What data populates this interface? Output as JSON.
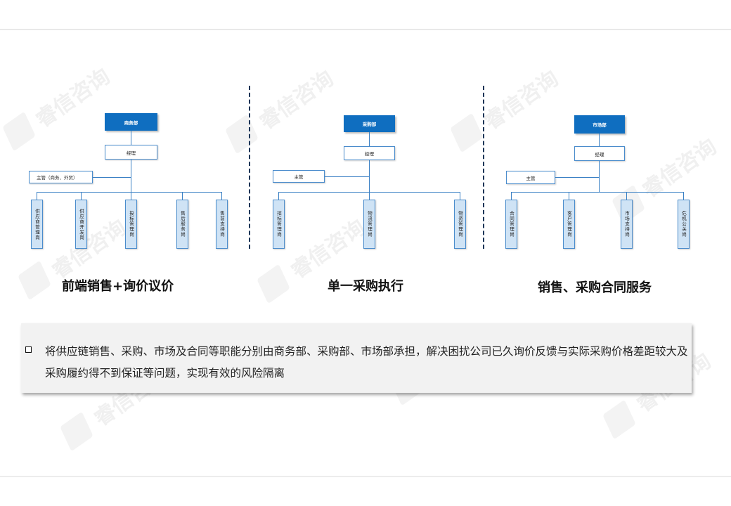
{
  "watermark": "睿信咨询",
  "charts": [
    {
      "department": "商务部",
      "manager": "经理",
      "supervisor": "主管（商务、外贸）",
      "positions": [
        "供应商管理岗",
        "供应商开发岗",
        "投标管理岗",
        "售后服务岗",
        "售前支持岗"
      ],
      "caption": "前端销售+询价议价"
    },
    {
      "department": "采购部",
      "manager": "经理",
      "supervisor": "主管",
      "positions": [
        "招标管理岗",
        "物流管理岗",
        "物资管理岗"
      ],
      "caption": "单一采购执行"
    },
    {
      "department": "市场部",
      "manager": "经理",
      "supervisor": "主管",
      "positions": [
        "合同管理岗",
        "客户管理岗",
        "市场支持岗",
        "危机公关岗"
      ],
      "caption": "销售、采购合同服务"
    }
  ],
  "note": {
    "text": "将供应链销售、采购、市场及合同等职能分别由商务部、采购部、市场部承担，解决困扰公司已久询价反馈与实际采购价格差距较大及采购履约得不到保证等问题，实现有效的风险隔离"
  },
  "colors": {
    "dept_fill": "#0f6ec0",
    "position_fill": "#cfe3f5",
    "connector": "#3a80c4",
    "divider": "#1c3557"
  }
}
